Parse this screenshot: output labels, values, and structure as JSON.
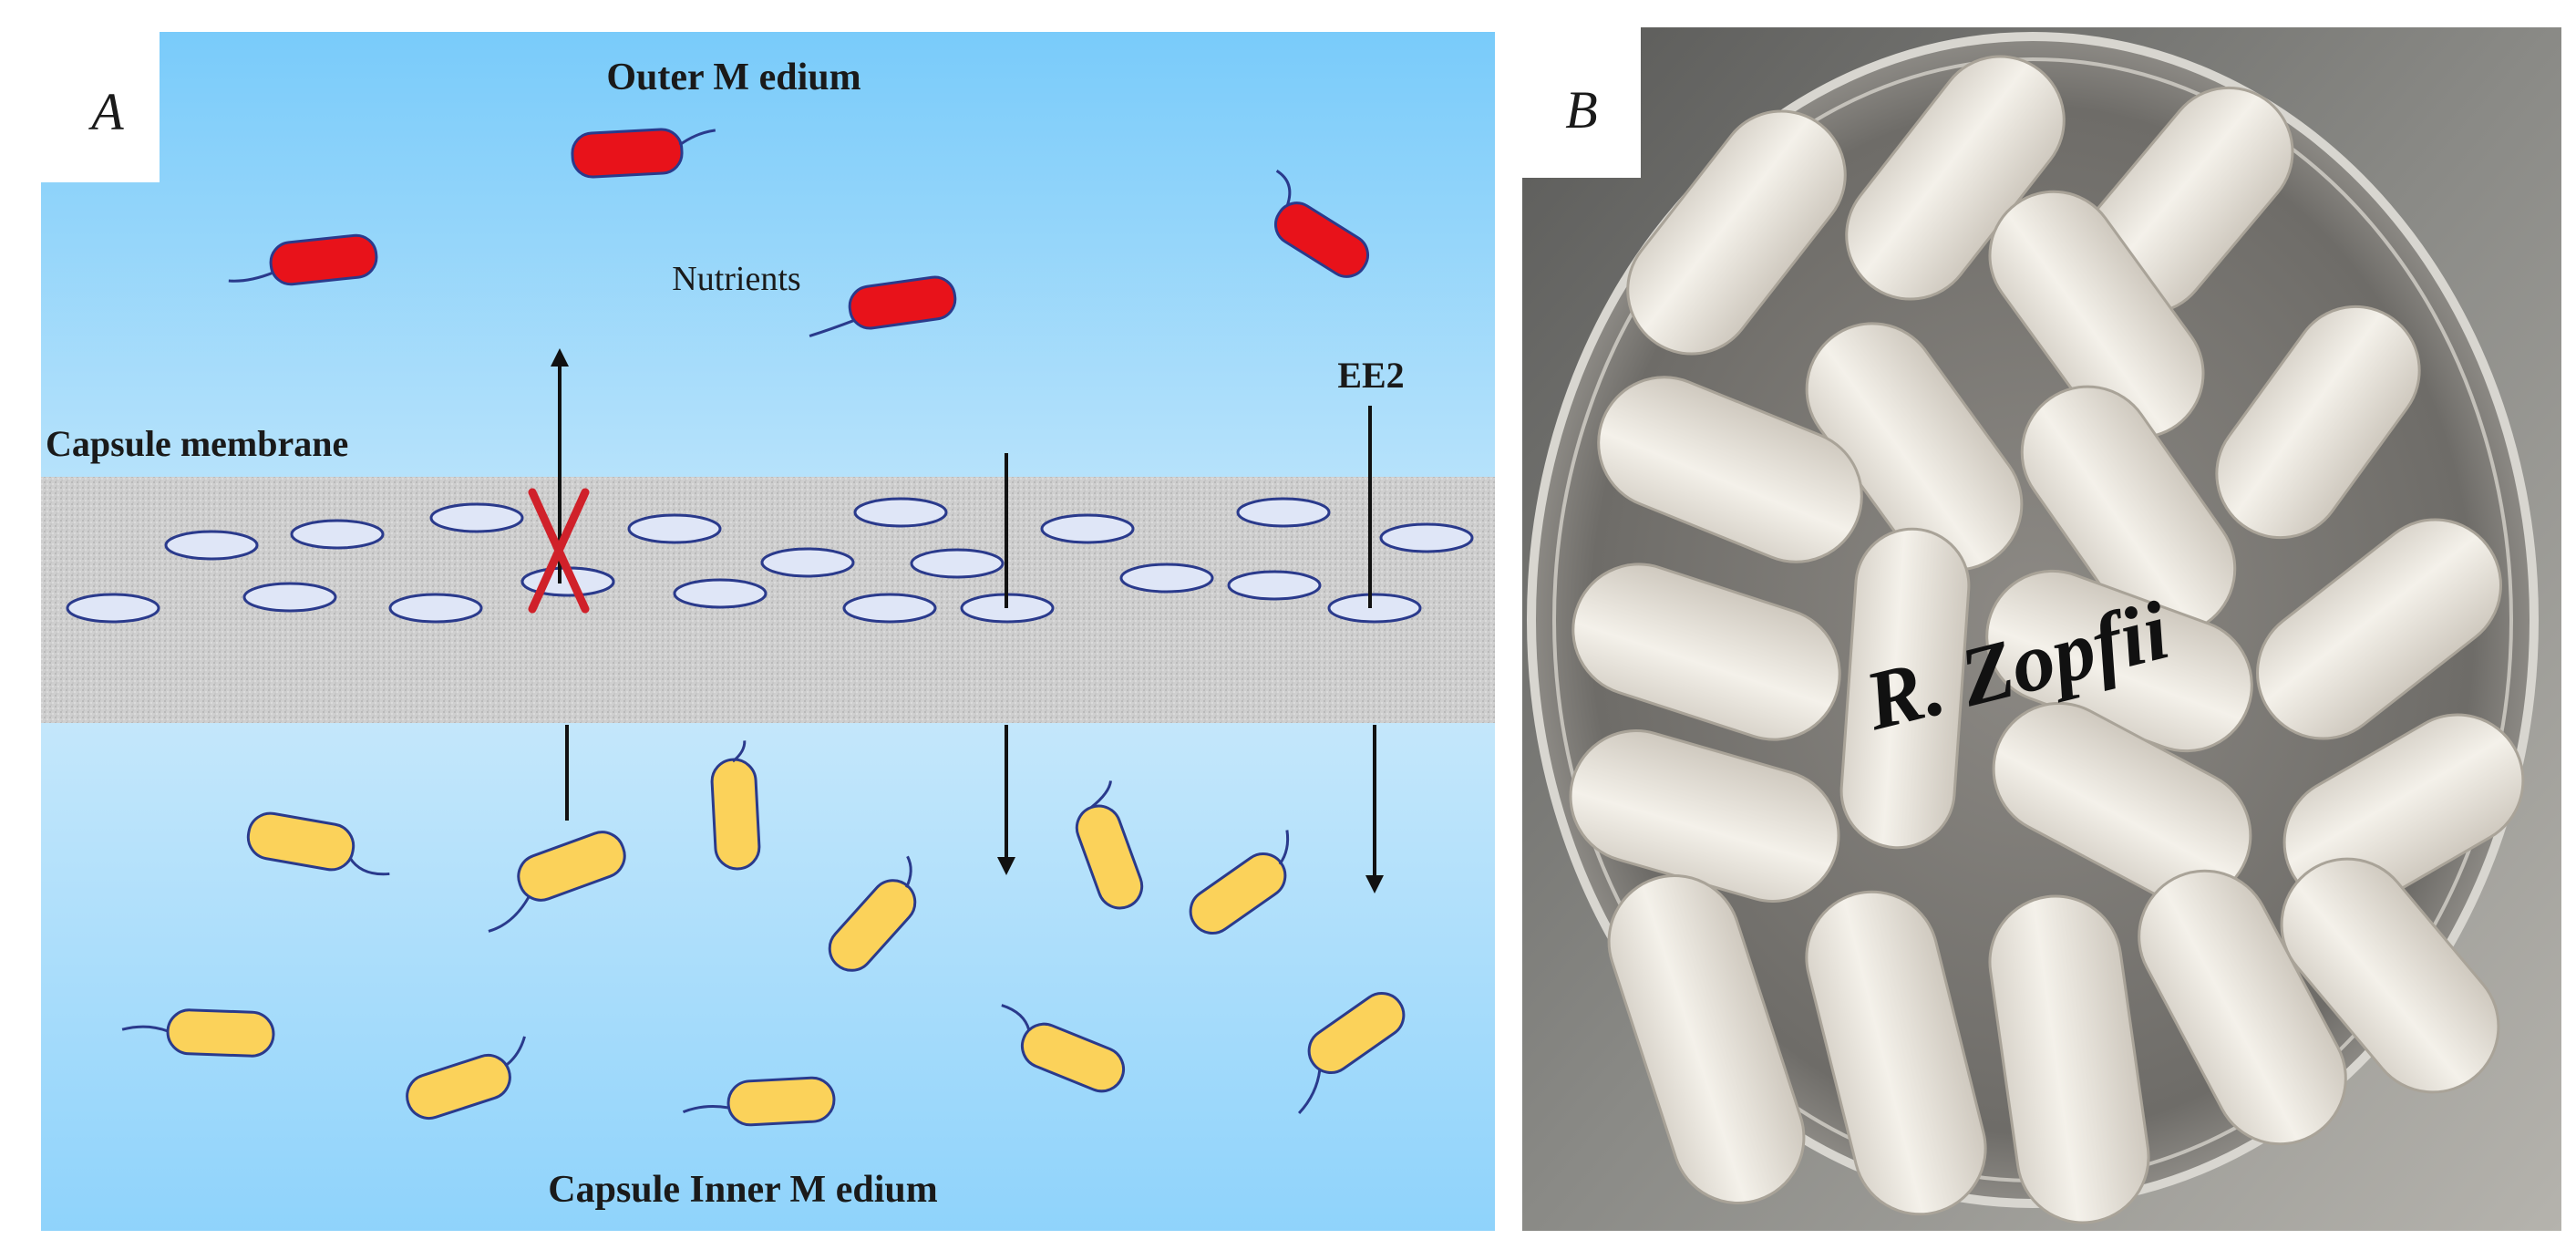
{
  "figure": {
    "panel_a": {
      "letter": "A",
      "outer_medium": "Outer M edium",
      "nutrients": "Nutrients",
      "ee2": "EE2",
      "membrane": "Capsule membrane",
      "inner_medium": "Capsule Inner M edium"
    },
    "panel_b": {
      "letter": "B",
      "dish_label": "R. Zopfii"
    }
  },
  "colors": {
    "medium_top": "#7ccdfb",
    "medium_bottom": "#c9e9fb",
    "membrane": "#c9c9c9",
    "pore": "#dfe6f7",
    "outer_bacteria": "#e8121a",
    "inner_bacteria": "#fbd25a",
    "blocked_mark": "#d0212a",
    "bacteria_outline": "#2a3a8c"
  }
}
